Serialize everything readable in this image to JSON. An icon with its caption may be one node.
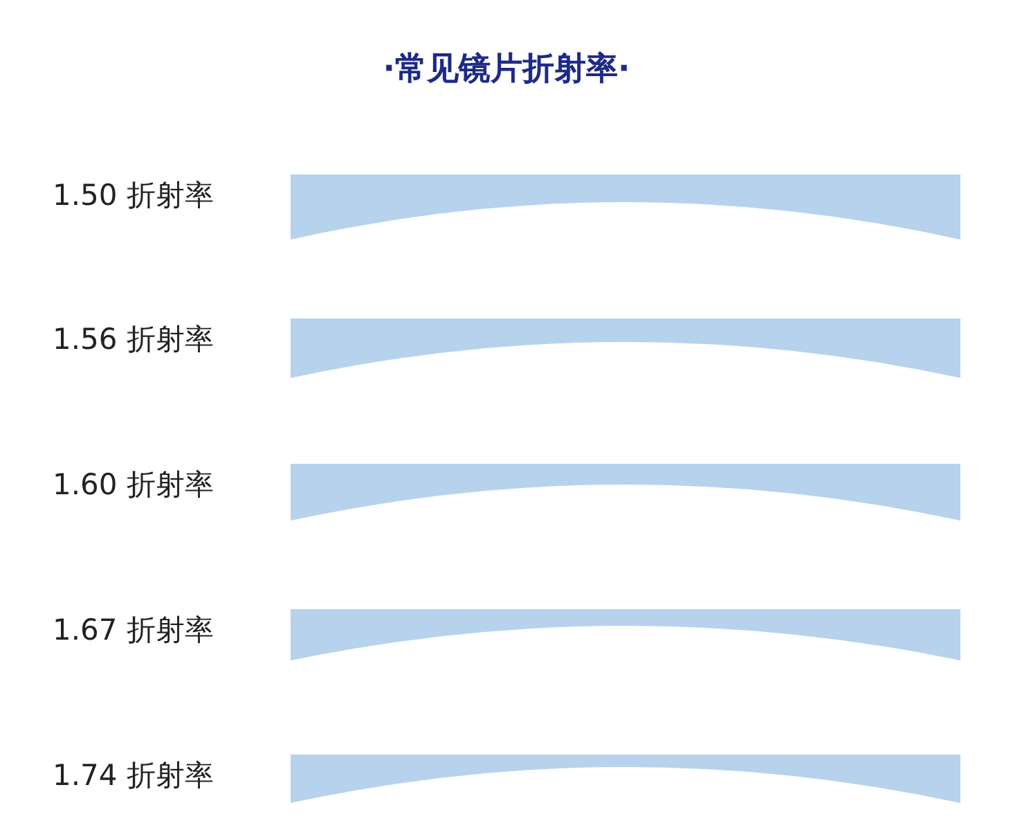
{
  "diagram": {
    "title": "·常见镜片折射率·",
    "nodes": [
      {
        "text": [],
        "shape": "picture",
        "beside": [
          "1.50 折射率"
        ]
      },
      {
        "text": [],
        "shape": "picture",
        "beside": [
          "1.56 折射率"
        ]
      },
      {
        "text": [],
        "shape": "picture",
        "beside": [
          "1.60 折射率"
        ]
      },
      {
        "text": [],
        "shape": "picture",
        "beside": [
          "1.67 折射率"
        ]
      },
      {
        "text": [],
        "shape": "picture",
        "beside": [
          "1.74 折射率"
        ]
      }
    ]
  }
}
